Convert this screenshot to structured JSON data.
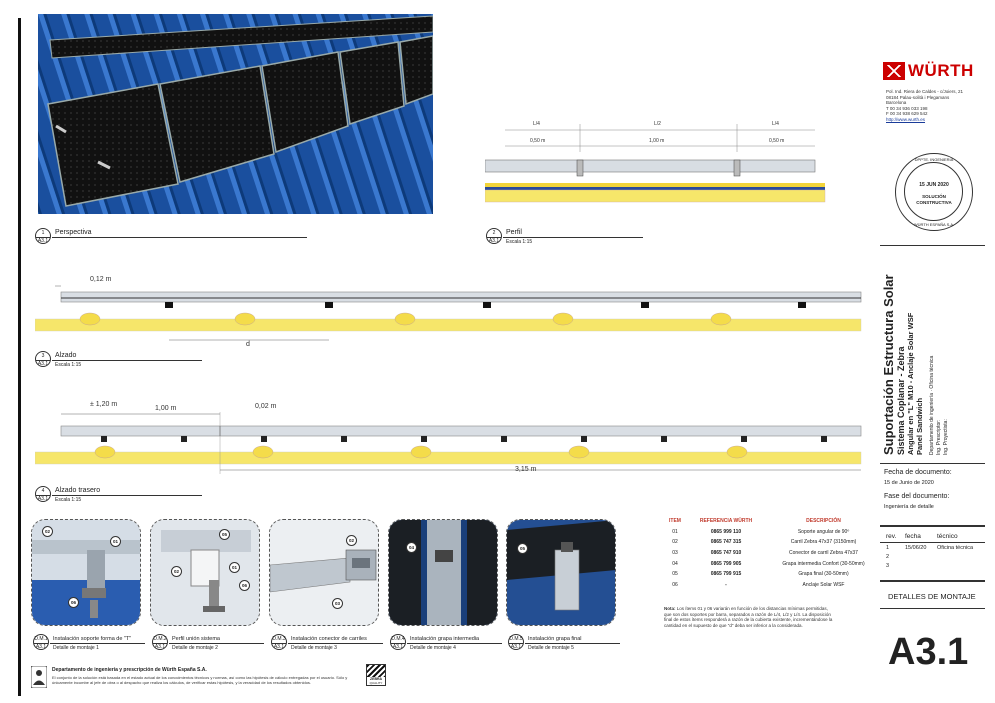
{
  "brand": {
    "name": "WÜRTH",
    "address": [
      "Pol. Ind. Riera de Caldes - c/Joiers, 21",
      "08184 Palau-solità i Plegamans",
      "Barcelona",
      "T 00 34 936 033 198",
      "F 00 34 938 629 542"
    ],
    "url": "http://www.wurth.es",
    "color": "#cc0000"
  },
  "stamp": {
    "top": "DPPTE. INGENIERIA",
    "date": "15 JUN 2020",
    "line1": "SOLUCIÓN",
    "line2": "CONSTRUCTIVA",
    "bottom": "WÜRTH ESPAÑA S.A."
  },
  "project": {
    "title": "Suportación Estructura Solar",
    "line2": "Sistema Coplanar - Zebra",
    "line3": "Angular en \"L\" M10 - Anclaje Solar WSF",
    "line4": "Panel Sandwich",
    "dept": "Departamento de ingeniería · Oficina técnica",
    "prescriptor": "Ing. Prescriptor:",
    "proyectista": "Ing. Proyectista:"
  },
  "document": {
    "date_label": "Fecha de documento:",
    "date_value": "15 de Junio de 2020",
    "phase_label": "Fase del documento:",
    "phase_value": "Ingeniería de detalle",
    "rev_headers": [
      "rev.",
      "fecha",
      "técnico"
    ],
    "revs": [
      {
        "rev": "1",
        "fecha": "15/06/20",
        "tecnico": "Oficina técnica"
      },
      {
        "rev": "2",
        "fecha": "",
        "tecnico": ""
      },
      {
        "rev": "3",
        "fecha": "",
        "tecnico": ""
      }
    ],
    "sheet_title": "DETALLES DE MONTAJE",
    "sheet_code": "A3.1"
  },
  "views": [
    {
      "num": "1",
      "sheet": "A3.1",
      "title": "Perspectiva",
      "scale": ""
    },
    {
      "num": "2",
      "sheet": "A3.1",
      "title": "Perfil",
      "scale": "Escala 1:15"
    },
    {
      "num": "3",
      "sheet": "A3.1",
      "title": "Alzado",
      "scale": "Escala 1:15"
    },
    {
      "num": "4",
      "sheet": "A3.1",
      "title": "Alzado trasero",
      "scale": "Escala 1:15"
    }
  ],
  "profile_dims": {
    "fractions": [
      "L/4",
      "L/2",
      "L/4"
    ],
    "lengths": [
      "0,50 m",
      "1,00 m",
      "0,50 m"
    ]
  },
  "elevation_dims": {
    "top": "0,12 m",
    "d": "d"
  },
  "rear_dims": {
    "a": "± 1,20 m",
    "b": "1,00 m",
    "c": "0,02 m",
    "d": "3,15 m"
  },
  "details": [
    {
      "num": "D.M.1",
      "sheet": "A3.1",
      "title": "Instalación soporte forma de \"T\"",
      "sub": "Detalle de montaje 1",
      "tags": [
        "02",
        "01",
        "06"
      ]
    },
    {
      "num": "D.M.2",
      "sheet": "A3.1",
      "title": "Perfil unión sistema",
      "sub": "Detalle de montaje 2",
      "tags": [
        "05",
        "02",
        "01",
        "06"
      ]
    },
    {
      "num": "D.M.3",
      "sheet": "A3.1",
      "title": "Instalación conector de carriles",
      "sub": "Detalle de montaje 3",
      "tags": [
        "02",
        "03"
      ]
    },
    {
      "num": "D.M.4",
      "sheet": "A3.1",
      "title": "Instalación grapa intermedia",
      "sub": "Detalle de montaje 4",
      "tags": [
        "04"
      ]
    },
    {
      "num": "D.M.5",
      "sheet": "A3.1",
      "title": "Instalación grapa final",
      "sub": "Detalle de montaje 5",
      "tags": [
        "05"
      ]
    }
  ],
  "items_table": {
    "headers": [
      "ITEM",
      "REFERENCIA WÜRTH",
      "DESCRIPCIÓN"
    ],
    "rows": [
      {
        "item": "01",
        "ref": "0865 999 110",
        "desc": "Soporte angular de 90º"
      },
      {
        "item": "02",
        "ref": "0865 747 315",
        "desc": "Carril Zebra 47x37 (3150mm)"
      },
      {
        "item": "03",
        "ref": "0865 747 910",
        "desc": "Conector de carril Zebra 47x37"
      },
      {
        "item": "04",
        "ref": "0865 799 905",
        "desc": "Grapa intermedia Confort (30-50mm)"
      },
      {
        "item": "05",
        "ref": "0865 799 915",
        "desc": "Grapa final (30-50mm)"
      },
      {
        "item": "06",
        "ref": "-",
        "desc": "Anclaje Solar WSF"
      }
    ],
    "note_label": "Nota:",
    "note": "Los ítems 01 y 06 variarán en función de los distancias mínimas permitidas, que son dos soportes por barra, separados a razón de L/4, L/2 y L/4. La disposición final de estos ítems responderá a razón de la cubierta existente, incrementándose la cantidad en el supuesto de que \"d\" deba ser inferior a la considerada."
  },
  "footer": {
    "dept": "Departamento de ingeniería y prescripción de Würth España S.A.",
    "text": "El conjunto de la solución está basada en el estado actual de los conocimientos técnicos y normas, así como las hipótesis de cálculo entregadas por el usuario. Sólo y únicamente incumbe al jefe de obra o al despacho que realiza los cálculos, de verificar estas hipótesis, y la veracidad de los resultados obtenidos.",
    "zebra": "ZEBRA",
    "quality": "QUALITY"
  }
}
